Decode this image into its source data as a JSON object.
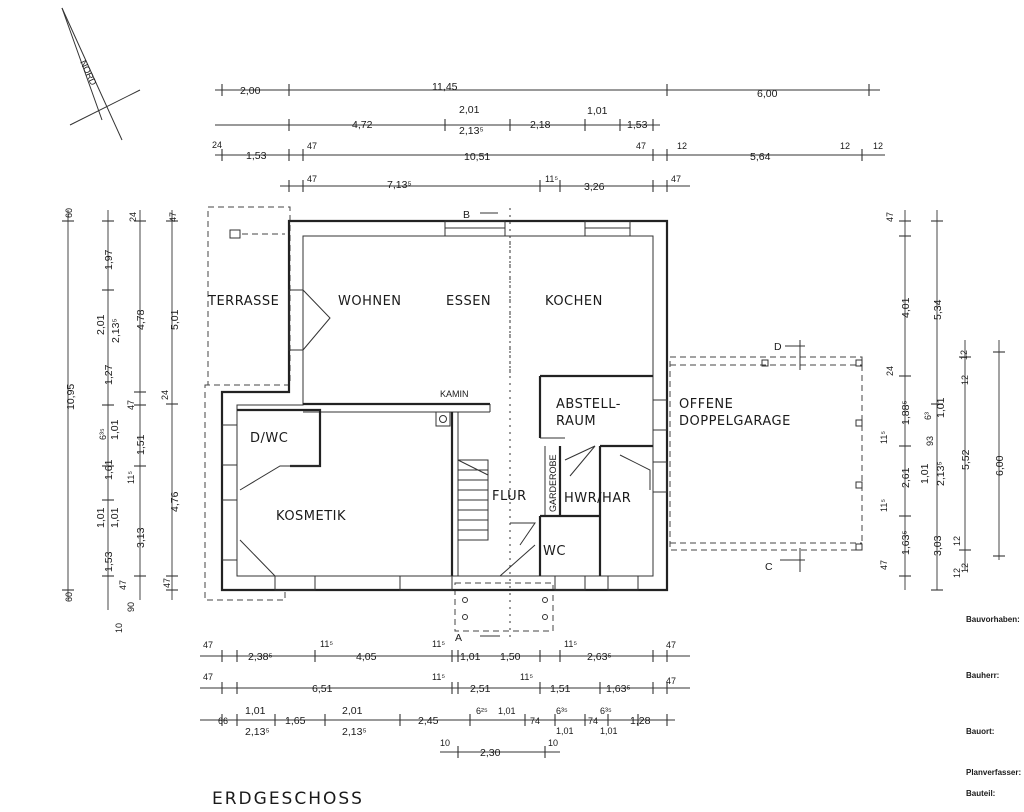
{
  "north_label": "NORD",
  "title": "ERDGESCHOSS",
  "rooms": {
    "terrasse": "TERRASSE",
    "wohnen": "WOHNEN",
    "essen": "ESSEN",
    "kochen": "KOCHEN",
    "kamin": "KAMIN",
    "abstell1": "ABSTELL-",
    "abstell2": "RAUM",
    "garage1": "OFFENE",
    "garage2": "DOPPELGARAGE",
    "dwc": "D/WC",
    "kosmetik": "KOSMETIK",
    "flur": "FLUR",
    "garderobe": "GARDEROBE",
    "hwr": "HWR/HAR",
    "wc": "WC"
  },
  "sections": {
    "a": "A",
    "b": "B",
    "c": "C",
    "d": "D"
  },
  "dims_top": {
    "r1": [
      "2,00",
      "11,45",
      "6,00"
    ],
    "r2": [
      "4,72",
      "2,01",
      "2,13⁵",
      "2,18",
      "1,01",
      "1,53"
    ],
    "r3": [
      "24",
      "1,53",
      "47",
      "10,51",
      "47",
      "12",
      "5,64",
      "12",
      "12"
    ],
    "r4": [
      "47",
      "7,13⁵",
      "11⁵",
      "3,26",
      "47"
    ]
  },
  "dims_left": {
    "outer": [
      "60",
      "10,95",
      "60"
    ],
    "c2": [
      "24",
      "1,97",
      "2,01",
      "2,13⁵",
      "1,27",
      "6³⁵",
      "1,01",
      "1,61",
      "1,01",
      "1,01",
      "1,53",
      "47",
      "90",
      "10"
    ],
    "c3": [
      "47",
      "4,78",
      "47",
      "1,51",
      "11⁵",
      "3,13"
    ],
    "c4": [
      "47",
      "5,01",
      "24",
      "4,76",
      "47"
    ]
  },
  "dims_right": [
    "47",
    "4,01",
    "5,34",
    "12",
    "12",
    "24",
    "1,88⁵",
    "6³",
    "1,01",
    "11⁵",
    "93",
    "2,61",
    "1,01",
    "2,13⁵",
    "5,52",
    "6,00",
    "11⁵",
    "3,03",
    "12",
    "12",
    "47",
    "1,63⁵",
    "12"
  ],
  "dims_bottom": {
    "r1": [
      "47",
      "2,38⁵",
      "11⁵",
      "4,05",
      "11⁵",
      "1,01",
      "1,50",
      "11⁵",
      "2,63⁵",
      "47"
    ],
    "r2": [
      "47",
      "6,51",
      "11⁵",
      "2,51",
      "11⁵",
      "1,51",
      "1,63⁵",
      "47"
    ],
    "r3": [
      "66",
      "1,01",
      "2,13⁵",
      "1,65",
      "2,01",
      "2,13⁵",
      "2,45",
      "6²⁵",
      "1,01",
      "74",
      "6³⁵",
      "1,01",
      "74",
      "6³⁵",
      "1,01",
      "1,28"
    ],
    "r4": [
      "10",
      "2,30",
      "10"
    ]
  },
  "info_labels": [
    "Bauvorhaben:",
    "Bauherr:",
    "Bauort:",
    "Planverfasser:",
    "Bauteil:"
  ]
}
